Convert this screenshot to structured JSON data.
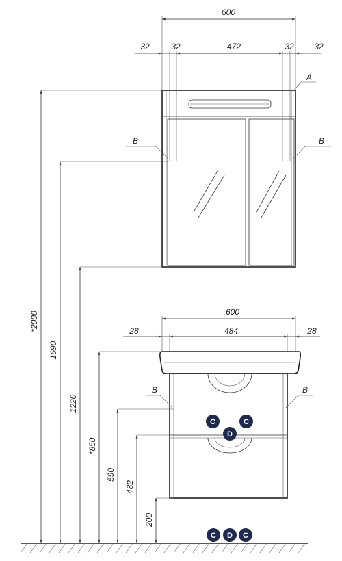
{
  "dimensions": {
    "cabinet_width": "600",
    "side_left": "32",
    "inner_left": "32",
    "cabinet_inner": "472",
    "inner_right": "32",
    "side_right": "32",
    "vanity_width": "600",
    "vanity_left": "28",
    "vanity_inner": "484",
    "vanity_right": "28",
    "height_total": "*2000",
    "height_cabinet_top": "1690",
    "height_cabinet_bottom": "1220",
    "height_basin": "*850",
    "height_drawer_top": "590",
    "height_drawer_bottom": "482",
    "height_floor_gap": "200"
  },
  "callouts": {
    "a": "A",
    "b_cab_left": "B",
    "b_cab_right": "B",
    "b_van_left": "B",
    "b_van_right": "B"
  },
  "badges": {
    "c1": "C",
    "c2": "C",
    "d1": "D",
    "c3": "C",
    "d2": "D",
    "c4": "C"
  },
  "colors": {
    "line": "#333333",
    "badge_fill": "#1f2a4d"
  }
}
